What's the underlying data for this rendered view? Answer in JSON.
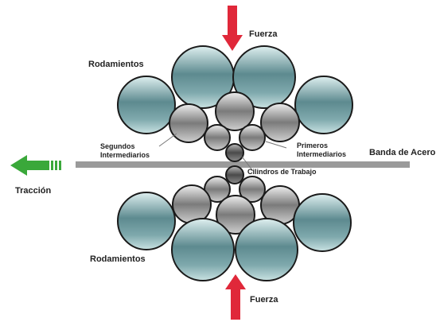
{
  "labels": {
    "force_top": "Fuerza",
    "force_bottom": "Fuerza",
    "bearings_top": "Rodamientos",
    "bearings_bottom": "Rodamientos",
    "second_intermediates_line1": "Segundos",
    "second_intermediates_line2": "Intermediarios",
    "first_intermediates_line1": "Primeros",
    "first_intermediates_line2": "Intermediarios",
    "steel_strip": "Banda de Acero",
    "work_rolls": "Cilindros de Trabajo",
    "traction": "Tracción"
  },
  "colors": {
    "force_arrow": "#e0283a",
    "traction_arrow": "#3aa83a",
    "steel_strip": "#9a9a9a",
    "bearing_roll": "#5f8f94",
    "intermediate_roll": "#8a8a8a",
    "work_roll": "#555555",
    "text": "#222222"
  }
}
